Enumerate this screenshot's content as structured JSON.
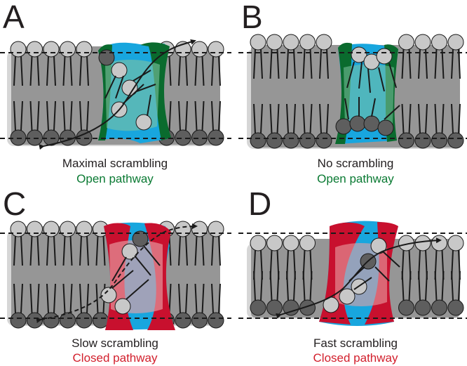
{
  "colors": {
    "membrane": "#969696",
    "membrane_shadow": "#d6d6d6",
    "headgroup_top": "#c8c8c8",
    "headgroup_bottom": "#5e5e5e",
    "tail": "#1a1a1a",
    "blue": "#18a6de",
    "green": "#0a6b2e",
    "red": "#c8102e",
    "caption": "#231f20",
    "open_text": "#0a7a33",
    "closed_text": "#d21f2c"
  },
  "panels": [
    {
      "letter": "A",
      "caption": "Maximal scrambling",
      "pathway": "Open pathway"
    },
    {
      "letter": "B",
      "caption": "No scrambling",
      "pathway": "Open pathway"
    },
    {
      "letter": "C",
      "caption": "Slow scrambling",
      "pathway": "Closed pathway"
    },
    {
      "letter": "D",
      "caption": "Fast scrambling",
      "pathway": "Closed pathway"
    }
  ]
}
